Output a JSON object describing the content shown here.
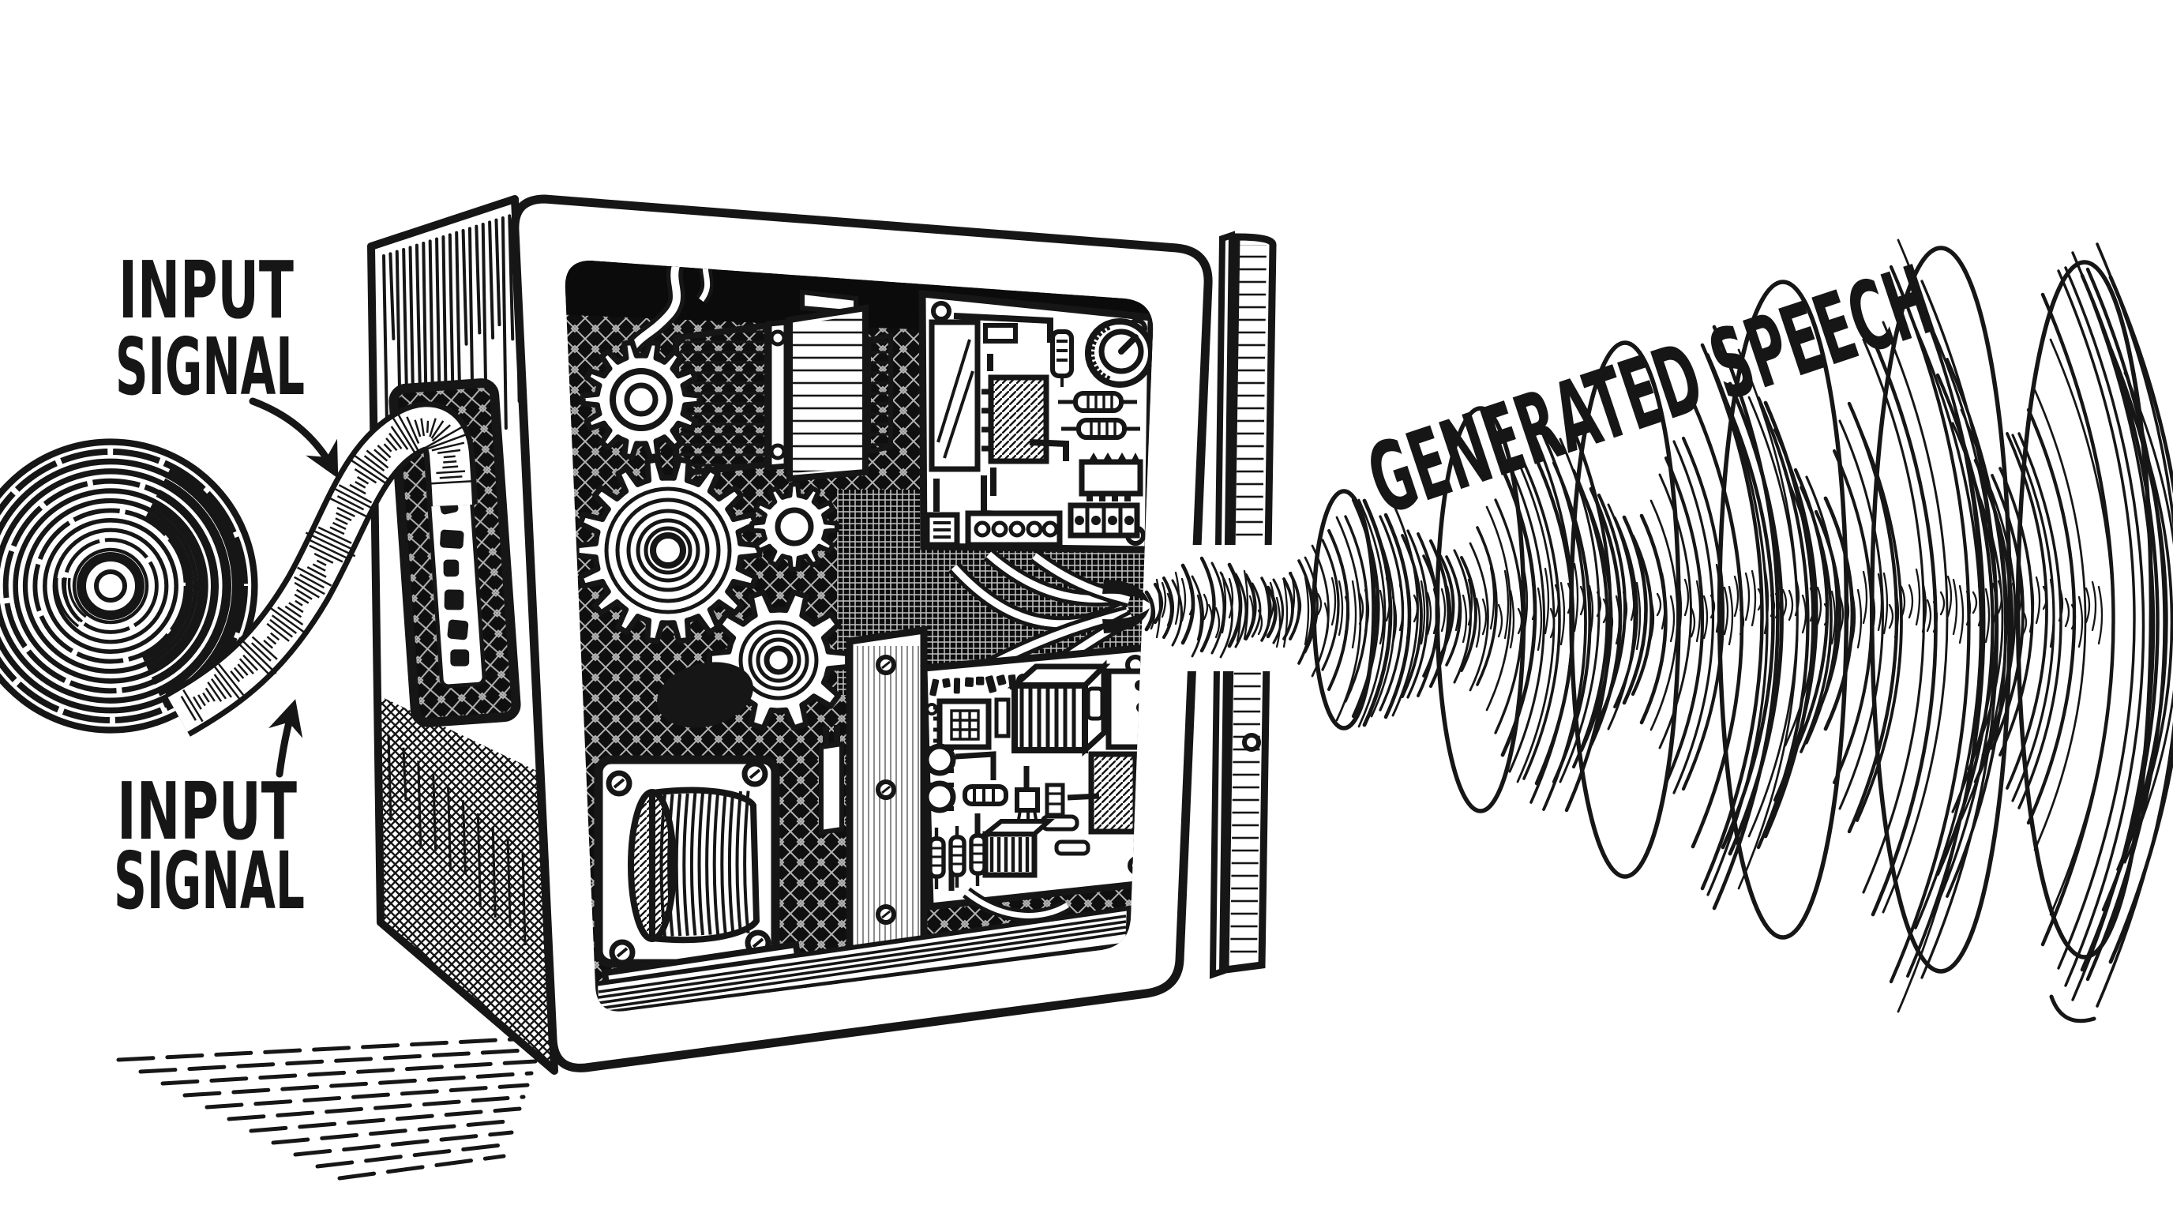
{
  "illustration": {
    "labels": {
      "input_signal_top": {
        "line1": "INPUT",
        "line2": "SIGNAL"
      },
      "input_signal_bottom": {
        "line1": "INPUT",
        "line2": "SIGNAL"
      },
      "generated_speech": "GENERATED SPEECH"
    },
    "colors": {
      "ink": "#161616",
      "paper": "#ffffff"
    },
    "components": [
      "tape-reel-icon",
      "input-tape-icon",
      "slot-icon",
      "gear-train-icon",
      "transformer-icon",
      "coil-icon",
      "circuit-board-icon",
      "knob-icon",
      "resistor-icon",
      "dip-chip-icon",
      "wire-bundle-icon",
      "horn-icon",
      "sound-wave-icon",
      "arrow-icon"
    ]
  }
}
